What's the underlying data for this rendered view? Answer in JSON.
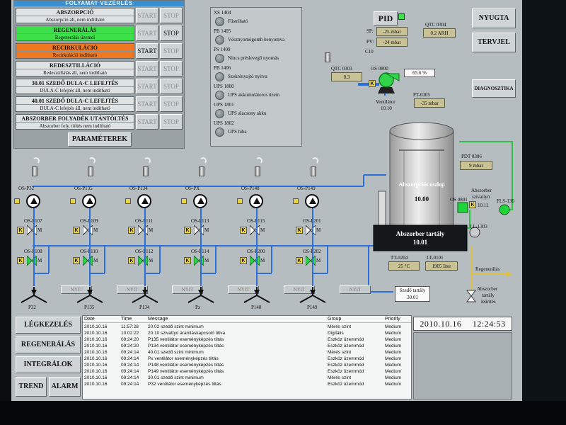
{
  "processes": {
    "header": "FOLYAMAT VEZÉRLÉS",
    "rows": [
      {
        "name": "ABSZORPCIÓ",
        "status": "Abszorpció áll, nem indítható",
        "color": "#dfe3e4"
      },
      {
        "name": "REGENERÁLÁS",
        "status": "Regenerálás üzemel",
        "color": "#3ee04a"
      },
      {
        "name": "RECIRKULÁCIÓ",
        "status": "Recirkuláció indítható",
        "color": "#f07820"
      },
      {
        "name": "REDESZTILLÁCIÓ",
        "status": "Redesztillálás áll, nem indítható",
        "color": "#dfe3e4"
      },
      {
        "name": "30.01 SZEDŐ DULA-C LEFEJTÉS",
        "status": "DULA-C lefejtés áll, nem indítható",
        "color": "#dfe3e4"
      },
      {
        "name": "40.01 SZEDŐ DULA-C LEFEJTÉS",
        "status": "DULA-C lefejtés áll, nem indítható",
        "color": "#dfe3e4"
      },
      {
        "name": "ABSZORBER FOLYADÉK UTÁNTÖLTÉS",
        "status": "Abszorber foly. töltés nem indítható",
        "color": "#dfe3e4"
      }
    ],
    "start_label": "START",
    "stop_label": "STOP",
    "parameters_label": "PARAMÉTEREK"
  },
  "alarms": [
    {
      "tag": "XS 1404",
      "text": "Füstriható"
    },
    {
      "tag": "PB 1405",
      "text": "Vésznyomógomb benyomva"
    },
    {
      "tag": "PS 1409",
      "text": "Nincs préslevegő nyomás"
    },
    {
      "tag": "PB 1406",
      "text": "Szekrényajtó nyitva"
    },
    {
      "tag": "UPS 1800",
      "text": "UPS akkumulátoros üzem"
    },
    {
      "tag": "UPS 1801",
      "text": "UPS alacsony akku"
    },
    {
      "tag": "UPS 1802",
      "text": "UPS hiba"
    }
  ],
  "pid": {
    "label": "PID",
    "sp_label": "SP:",
    "sp_value": "-25 mbar",
    "pv_label": "PV:",
    "pv_value": "-24 mbar",
    "controller": "C10"
  },
  "qtc0304": {
    "tag": "QTC 0304",
    "value": "0.2 ARH"
  },
  "top_buttons": {
    "ack": "NYUGTA",
    "flag": "TERVJEL",
    "diag": "DIAGNOSZTIKA"
  },
  "fan": {
    "qtc_tag": "QTC 0303",
    "qtc_value": "0.3",
    "os_tag": "OS 0800",
    "percent": "65.6 %",
    "pt_tag": "PT-0305",
    "pt_value": "-35 mbar",
    "name": "Ventilátor",
    "id": "10.10"
  },
  "column": {
    "title": "Abszorpciós oszlop",
    "id": "10.00",
    "pdt_tag": "PDT 0306",
    "pdt_value": "9 mbar"
  },
  "tank": {
    "title": "Abszorber tartály",
    "id": "10.01",
    "tt_tag": "TT-0204",
    "tt_value": "25 °C",
    "lt_tag": "LT-0101",
    "lt_value": "1905 liter",
    "ll_tag": "LL-1303"
  },
  "abs_pump": {
    "tag": "OS 0801",
    "name_line1": "Abszorber",
    "name_line2": "szivattyú",
    "id": "10.11",
    "fls_tag": "FLS-130"
  },
  "right_labels": {
    "regen": "Regenerálás",
    "drain_line1": "Abszorber",
    "drain_line2": "tartály",
    "drain_line3": "leürítés"
  },
  "collector": {
    "name": "Szedő tartály",
    "id": "30.01"
  },
  "pumps": [
    {
      "os": "OS-P32",
      "valve1": "OS-P107",
      "valve2": "OS-P108",
      "name": "P32"
    },
    {
      "os": "OS-P135",
      "valve1": "OS-P109",
      "valve2": "OS-P110",
      "name": "P135"
    },
    {
      "os": "OS-P134",
      "valve1": "OS-P111",
      "valve2": "OS-P112",
      "name": "P134"
    },
    {
      "os": "OS-PX",
      "valve1": "OS-P113",
      "valve2": "OS-P114",
      "name": "Px"
    },
    {
      "os": "OS-P148",
      "valve1": "OS-P115",
      "valve2": "OS-P200",
      "name": "P148"
    },
    {
      "os": "OS-P149",
      "valve1": "OS-P201",
      "valve2": "OS-P202",
      "name": "P149"
    }
  ],
  "nyit_label": "NYIT",
  "k_label": "K",
  "m_label": "M",
  "nav": {
    "air": "LÉGKEZELÉS",
    "regen": "REGENERÁLÁS",
    "integrators": "INTEGRÁLOK",
    "trend": "TREND",
    "alarm": "ALARM"
  },
  "events": {
    "headers": {
      "date": "Date",
      "time": "Time",
      "message": "Message",
      "group": "Group",
      "priority": "Priority"
    },
    "rows": [
      {
        "date": "2010.10.16",
        "time": "11:57:28",
        "message": "20.02 szedő szint minimum",
        "group": "Mérés szint",
        "priority": "Medium"
      },
      {
        "date": "2010.10.16",
        "time": "10:02:22",
        "message": "20.10 szivattyú áramláskapcsoló tiltva",
        "group": "Digitális",
        "priority": "Medium"
      },
      {
        "date": "2010.10.16",
        "time": "09:24:20",
        "message": "P135 ventilátor eseményképzés tiltás",
        "group": "Eszköz üzemmód",
        "priority": "Medium"
      },
      {
        "date": "2010.10.16",
        "time": "09:24:20",
        "message": "P134 ventilátor eseményképzés tiltás",
        "group": "Eszköz üzemmód",
        "priority": "Medium"
      },
      {
        "date": "2010.10.16",
        "time": "09:24:14",
        "message": "40.01 szedő szint minimum",
        "group": "Mérés szint",
        "priority": "Medium"
      },
      {
        "date": "2010.10.16",
        "time": "09:24:14",
        "message": "Px ventilátor eseményképzés tiltás",
        "group": "Eszköz üzemmód",
        "priority": "Medium"
      },
      {
        "date": "2010.10.16",
        "time": "09:24:14",
        "message": "P148 ventilátor eseményképzés tiltás",
        "group": "Eszköz üzemmód",
        "priority": "Medium"
      },
      {
        "date": "2010.10.16",
        "time": "09:24:14",
        "message": "P149 ventilátor eseményképzés tiltás",
        "group": "Eszköz üzemmód",
        "priority": "Medium"
      },
      {
        "date": "2010.10.16",
        "time": "09:24:14",
        "message": "30.01 szedő szint minimum",
        "group": "Mérés szint",
        "priority": "Medium"
      },
      {
        "date": "2010.10.16",
        "time": "09:24:14",
        "message": "P32 ventilátor eseményképzés tiltás",
        "group": "Eszköz üzemmód",
        "priority": "Medium"
      }
    ]
  },
  "clock": {
    "date": "2010.10.16",
    "time": "12:24:53"
  },
  "colors": {
    "pipe": "#2d6fd8",
    "active_green": "#3ee04a",
    "recirc_orange": "#f07820",
    "tank_dark": "#15181a",
    "value_bg": "#c9c295"
  }
}
